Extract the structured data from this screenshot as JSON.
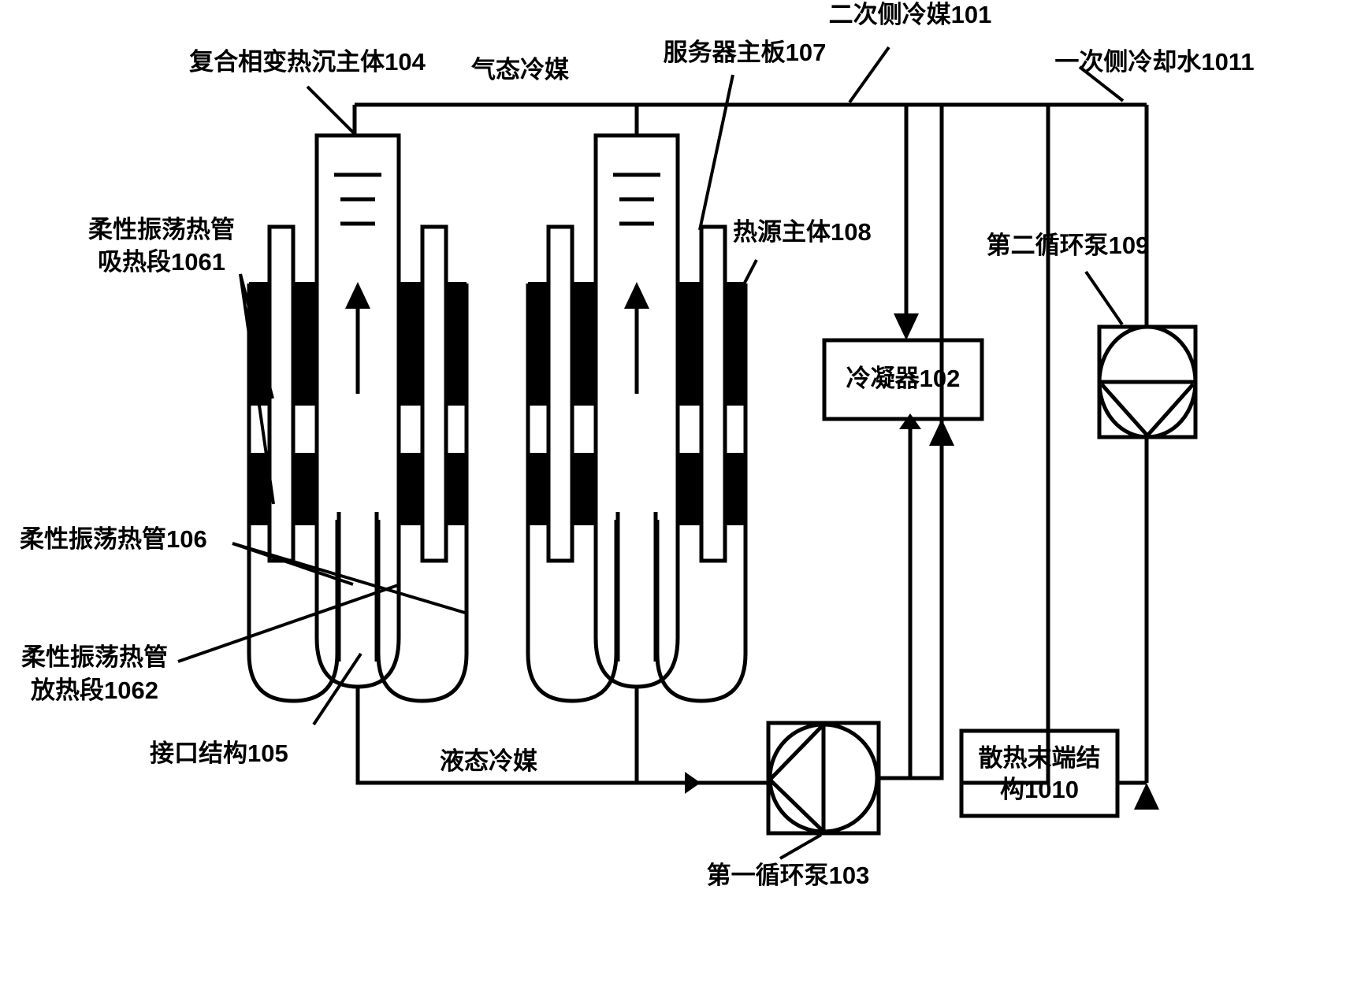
{
  "figure": {
    "kind": "patent-schematic",
    "background": "#ffffff",
    "stroke": "#000000"
  },
  "labels": {
    "heat_sink_body": "复合相变热沉主体104",
    "gas_refrigerant": "气态冷媒",
    "server_mainboard": "服务器主板107",
    "secondary_refrigerant": "二次侧冷媒101",
    "primary_cooling_water": "一次侧冷却水1011",
    "heat_source_body": "热源主体108",
    "second_circulation_pump": "第二循环泵109",
    "flexible_ohp_evaporator_line1": "柔性振荡热管",
    "flexible_ohp_evaporator_line2": "吸热段1061",
    "flexible_ohp": "柔性振荡热管106",
    "flexible_ohp_condenser_line1": "柔性振荡热管",
    "flexible_ohp_condenser_line2": "放热段1062",
    "interface_structure": "接口结构105",
    "liquid_refrigerant": "液态冷媒",
    "first_circulation_pump": "第一循环泵103",
    "condenser": "冷凝器102",
    "terminal_heat_dissipation_line1": "散热末端结",
    "terminal_heat_dissipation_line2": "构1010"
  },
  "components": {
    "condenser_box": {
      "label": "冷凝器102"
    },
    "terminal_box": {
      "label_line1": "散热末端结",
      "label_line2": "构1010"
    },
    "pump_first": {
      "name": "第一循环泵103"
    },
    "pump_second": {
      "name": "第二循环泵109"
    }
  },
  "flow_arrows": {
    "vapor_up_left": "up",
    "vapor_up_right": "up",
    "to_condenser": "down",
    "from_condenser": "up",
    "liquid_return": "left",
    "primary_return": "down"
  }
}
